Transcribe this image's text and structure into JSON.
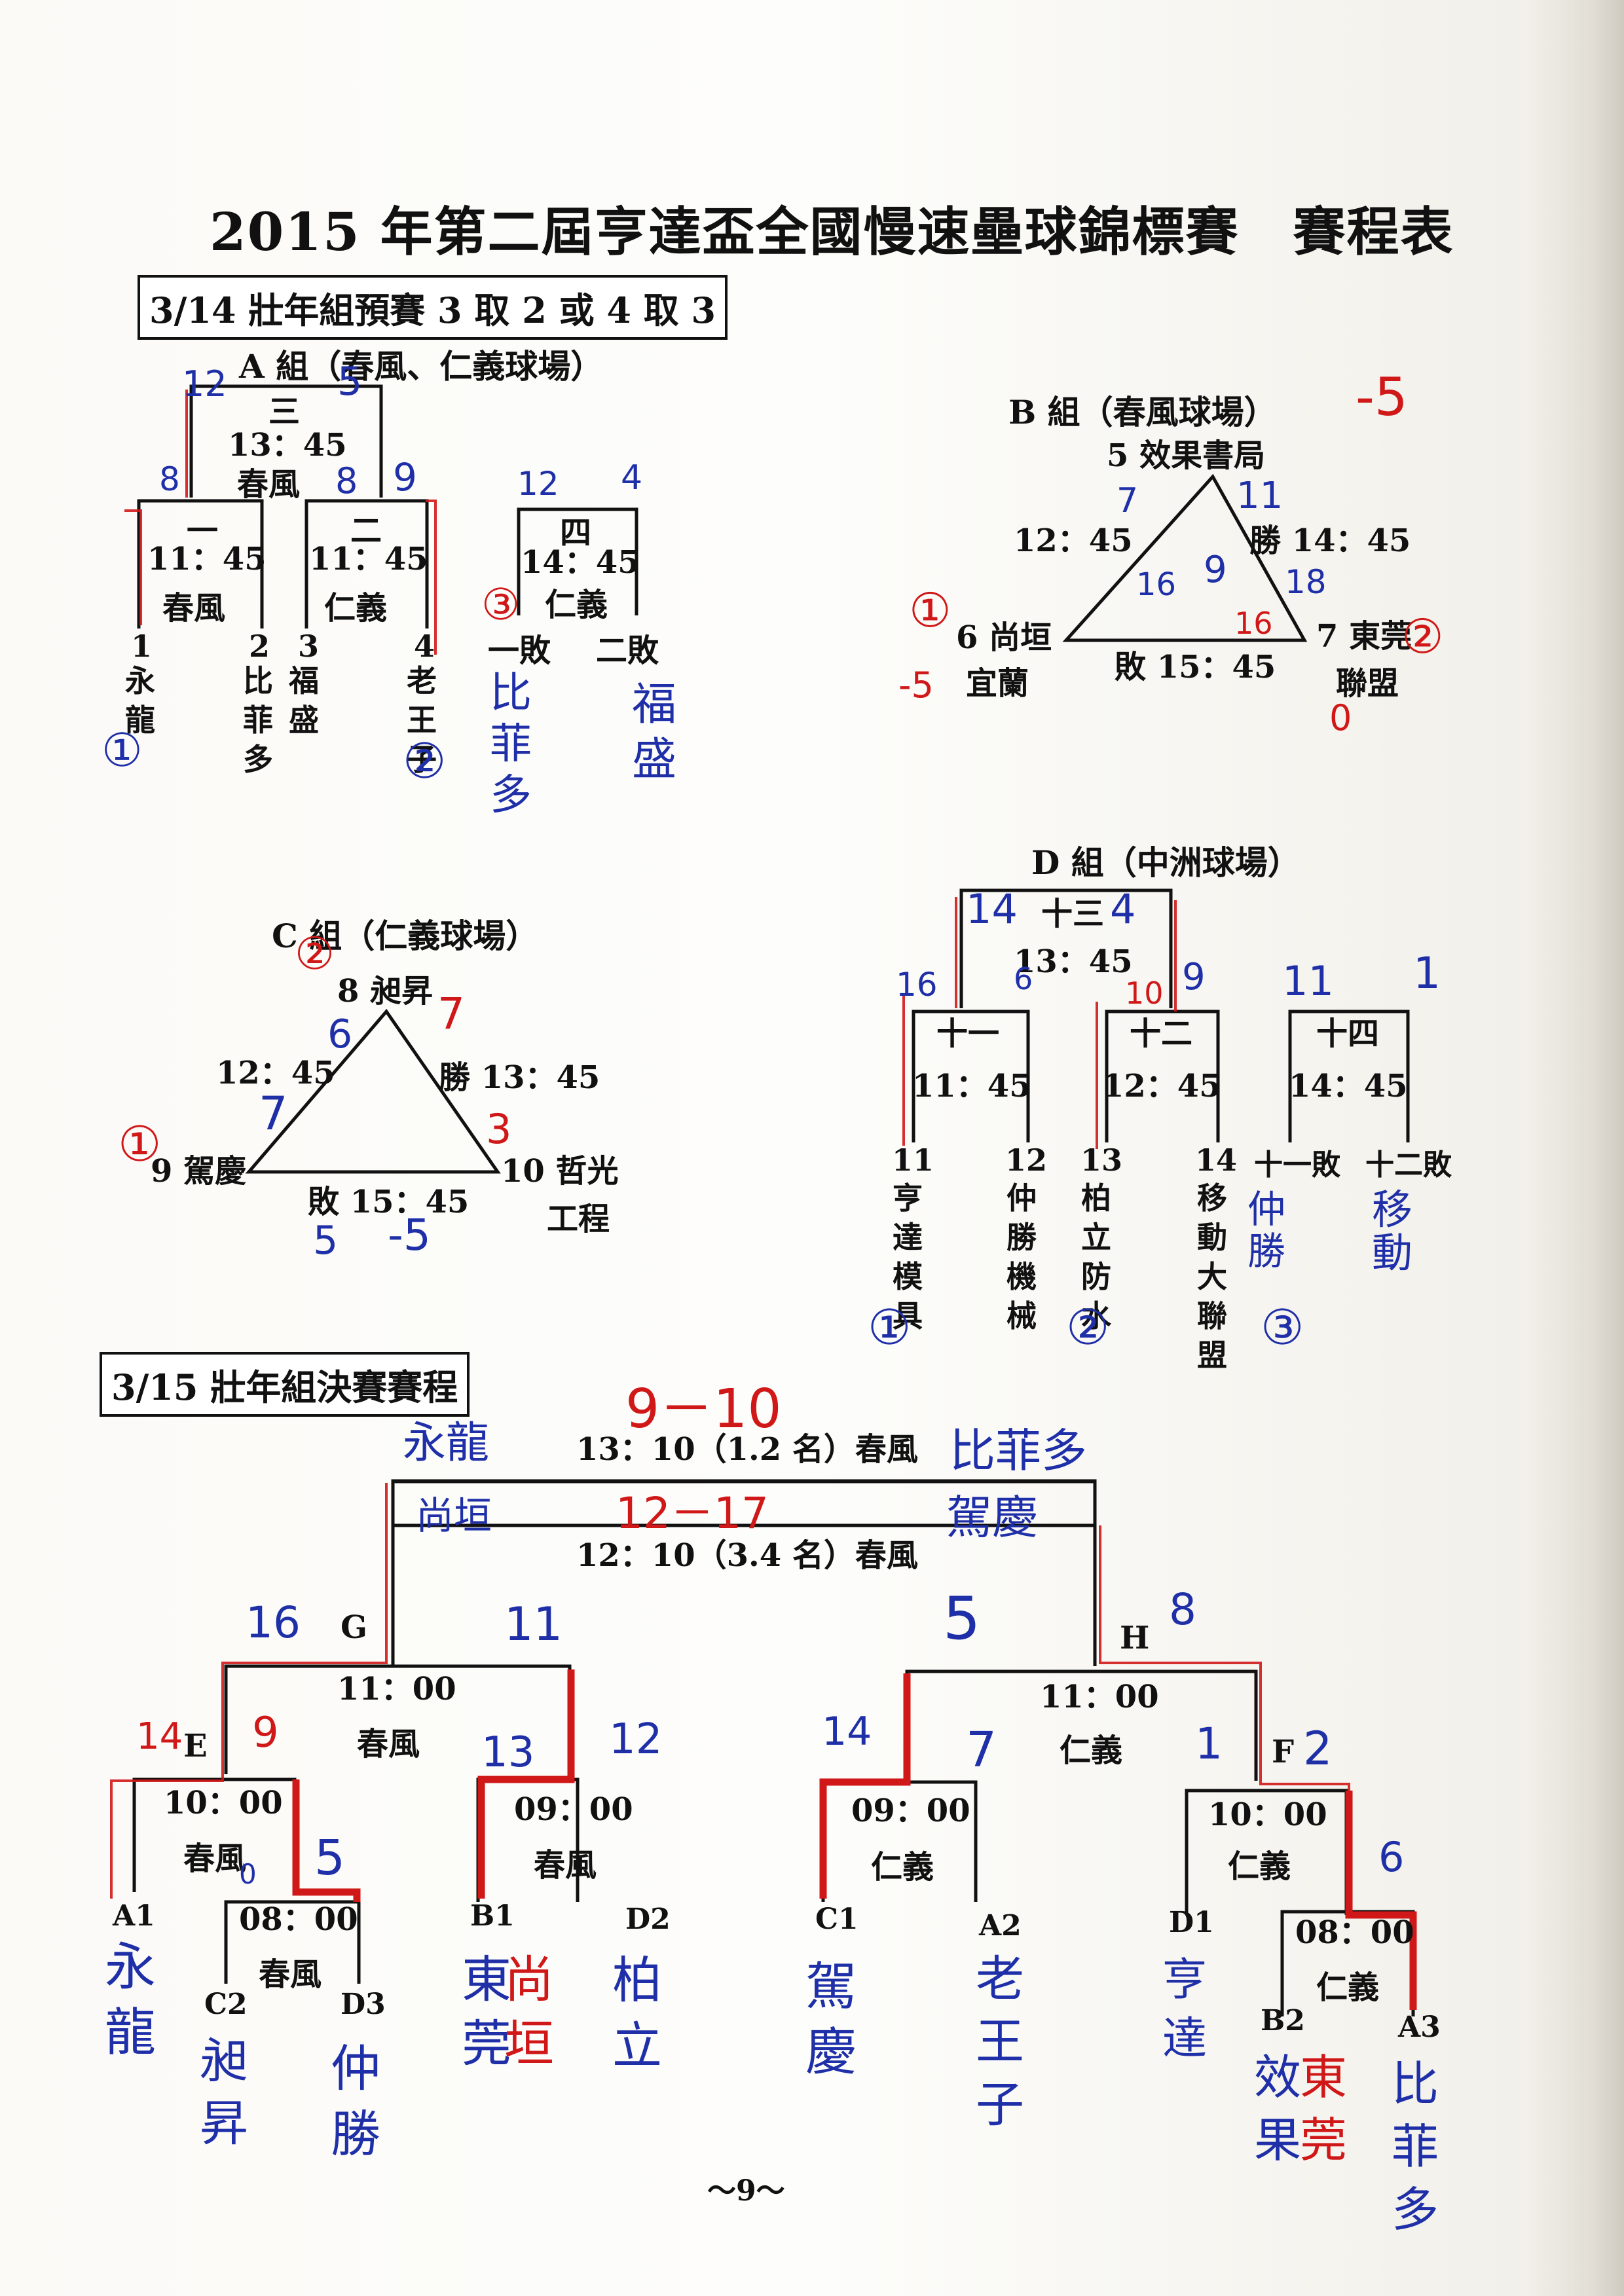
{
  "title": "2015 年第二屆亨達盃全國慢速壘球錦標賽　賽程表",
  "prelim": {
    "header": "3/14 壯年組預賽 3 取 2 或 4 取 3",
    "groupA": {
      "title": "A 組（春風、仁義球場）",
      "game3": {
        "num": "三",
        "time": "13：45",
        "venue": "春風"
      },
      "game1": {
        "num": "一",
        "time": "11：45",
        "venue": "春風"
      },
      "game2": {
        "num": "二",
        "time": "11：45",
        "venue": "仁義"
      },
      "game4": {
        "num": "四",
        "time": "14：45",
        "venue": "仁義"
      },
      "teams": [
        {
          "no": "1",
          "name": "永龍"
        },
        {
          "no": "2",
          "name": "比菲多"
        },
        {
          "no": "3",
          "name": "福盛"
        },
        {
          "no": "4",
          "name": "老王子"
        }
      ],
      "loser1": "一敗",
      "loser2": "二敗"
    },
    "groupB": {
      "title": "B 組（春風球場）",
      "top": "5 效果書局",
      "left": "6 尚垣",
      "left2": "宜蘭",
      "right": "7 東莞",
      "right2": "聯盟",
      "t_left": "12：45",
      "t_right": "勝 14：45",
      "t_bottom": "敗 15：45"
    },
    "groupC": {
      "title": "C 組（仁義球場）",
      "top": "8 昶昇",
      "left": "9 駕慶",
      "right": "10 哲光",
      "right2": "工程",
      "t_left": "12：45",
      "t_right": "勝 13：45",
      "t_bottom": "敗 15：45"
    },
    "groupD": {
      "title": "D 組（中洲球場）",
      "game13": {
        "num": "十三",
        "time": "13：45"
      },
      "game11": {
        "num": "十一",
        "time": "11：45"
      },
      "game12": {
        "num": "十二",
        "time": "12：45"
      },
      "game14": {
        "num": "十四",
        "time": "14：45"
      },
      "teams": [
        {
          "no": "11",
          "name": "亨達模具"
        },
        {
          "no": "12",
          "name": "仲勝機械"
        },
        {
          "no": "13",
          "name": "柏立防水"
        },
        {
          "no": "14",
          "name": "移動大聯盟"
        }
      ],
      "loser1": "十一敗",
      "loser2": "十二敗"
    }
  },
  "finals": {
    "header": "3/15 壯年組決賽賽程",
    "final12": "13：10（1.2 名）春風",
    "final34": "12：10（3.4 名）春風",
    "G": {
      "label": "G",
      "time": "11：00",
      "venue": "春風"
    },
    "H": {
      "label": "H",
      "time": "11：00",
      "venue": "仁義"
    },
    "E": {
      "label": "E",
      "time": "10：00",
      "venue": "春風"
    },
    "F": {
      "label": "F",
      "time": "10：00",
      "venue": "仁義"
    },
    "g1": {
      "time": "08：00",
      "venue": "春風"
    },
    "g2": {
      "time": "09：00",
      "venue": "春風"
    },
    "g3": {
      "time": "09：00",
      "venue": "仁義"
    },
    "g4": {
      "time": "08：00",
      "venue": "仁義"
    },
    "slots": {
      "A1": "A1",
      "C2": "C2",
      "D3": "D3",
      "B1": "B1",
      "D2": "D2",
      "C1": "C1",
      "A2": "A2",
      "D1": "D1",
      "B2": "B2",
      "A3": "A3"
    }
  },
  "handwriting": {
    "a_top_l": "12",
    "a_top_r": "5",
    "a_g1": "8",
    "a_mid": "8",
    "a_g2r": "9",
    "a_g4l": "12",
    "a_g4r": "4",
    "a_rank1": "①",
    "a_rank2": "②",
    "a_rank3": "③",
    "a_l1": "比菲多",
    "a_l2": "福盛",
    "b_score": "-5",
    "b_s1": "7",
    "b_s2": "11",
    "b_s3": "16",
    "b_s4": "9",
    "b_s5": "18",
    "b_s6": "16",
    "b_r1": "①",
    "b_r2": "②",
    "b_r0": "0",
    "b_neg": "-5",
    "c_r2": "②",
    "c_7": "7",
    "c_6": "6",
    "c_7b": "7",
    "c_r1": "①",
    "c_3": "3",
    "c_5": "5",
    "c_neg": "-5",
    "d_14": "14",
    "d_4": "4",
    "d_16": "16",
    "d_6": "6",
    "d_10": "10",
    "d_9": "9",
    "d_11": "11",
    "d_1": "1",
    "d_r1": "①",
    "d_r2": "②",
    "d_r3": "③",
    "d_l1": "仲勝",
    "d_l2": "移動",
    "f_top": "9－10",
    "f_name1": "永龍",
    "f_name2": "比菲多",
    "f_name3": "尚垣",
    "f_name4": "駕慶",
    "f_s1": "12－17",
    "f_5": "5",
    "f_16": "16",
    "f_11": "11",
    "f_8": "8",
    "f_14": "14",
    "f_9": "9",
    "f_13": "13",
    "f_12": "12",
    "f_14b": "14",
    "f_7": "7",
    "f_1": "1",
    "f_2": "2",
    "f_5b": "5",
    "f_6": "6",
    "f_0": "0",
    "s_A1": "永龍",
    "s_C2": "昶昇",
    "s_D3": "仲勝",
    "s_B1": "東莞",
    "s_B1b": "尚垣",
    "s_D2": "柏立",
    "s_C1": "駕慶",
    "s_A2": "老王子",
    "s_D1": "亨達",
    "s_B2": "效果",
    "s_B2b": "東莞",
    "s_A3": "比菲多"
  },
  "page_number": "～9～",
  "colors": {
    "ink": "#111111",
    "blue_pen": "#1f2fa8",
    "red_pen": "#d01818"
  }
}
